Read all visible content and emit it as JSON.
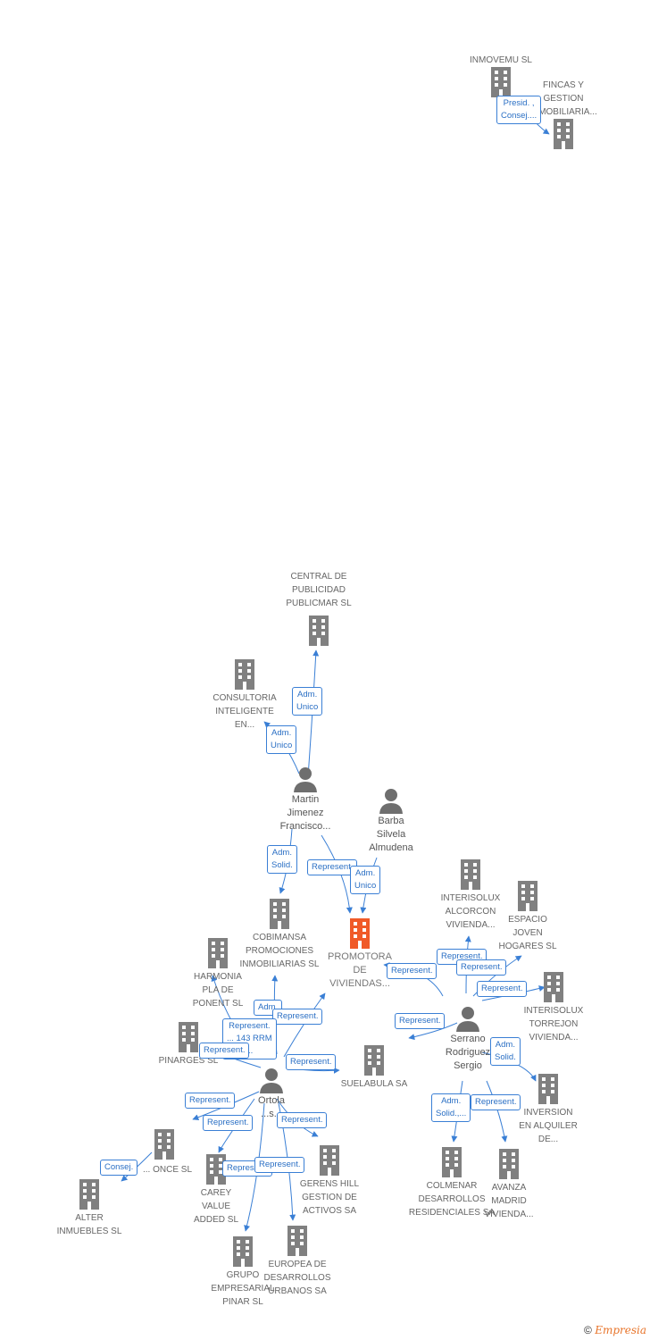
{
  "colors": {
    "company": "#808080",
    "focus": "#f05a28",
    "person": "#6e6e6e",
    "link": "#3a7fd5"
  },
  "companies": {
    "inmovemu": "INMOVEMU SL",
    "fincas": "FINCAS Y\nGESTION\nINMOBILIARIA...",
    "central": "CENTRAL DE\nPUBLICIDAD\nPUBLICMAR SL",
    "consultoria": "CONSULTORIA\nINTELIGENTE\nEN...",
    "cobimansa": "COBIMANSA\nPROMOCIONES\nINMOBILIARIAS SL",
    "promotora": "PROMOTORA\nDE\nVIVIENDAS...",
    "harmonia": "HARMONIA\nPLA DE\nPONENT SL",
    "pinarges": "PINARGES SL",
    "suelabula": "SUELABULA SA",
    "interisolux_alcorcon": "INTERISOLUX\nALCORCON\nVIVIENDA...",
    "espacio_joven": "ESPACIO\nJOVEN\nHOGARES SL",
    "interisolux_torrejon": "INTERISOLUX\nTORREJON\nVIVIENDA...",
    "inversion_alquiler": "INVERSION\nEN ALQUILER\nDE...",
    "colmenar": "COLMENAR\nDESARROLLOS\nRESIDENCIALES SA",
    "avanza": "AVANZA\nMADRID\nVIVIENDA...",
    "once": "... ONCE SL",
    "alter": "ALTER\nINMUEBLES SL",
    "carey": "CAREY\nVALUE\nADDED SL",
    "gerens": "GERENS HILL\nGESTION DE\nACTIVOS SA",
    "grupo_pinar": "GRUPO\nEMPRESARIAL\nPINAR SL",
    "europea": "EUROPEA DE\nDESARROLLOS\nURBANOS SA",
    "s143": "... 143 RRM\n..."
  },
  "persons": {
    "martin": "Martin\nJimenez\nFrancisco...",
    "barba": "Barba\nSilvela\nAlmudena",
    "serrano": "Serrano\nRodriguez\nSergio",
    "ortola": "Ortola\n...s..."
  },
  "relations": {
    "presid": "Presid. ,\nConsej....",
    "adm_unico": "Adm.\nUnico",
    "adm_solid": "Adm.\nSolid.",
    "adm_solid_dots": "Adm.\nSolid.,...",
    "adm": "Adm.",
    "represent": "Represent.",
    "consej": "Consej."
  },
  "footer": {
    "copyright": "©",
    "brand": "Empresia"
  }
}
